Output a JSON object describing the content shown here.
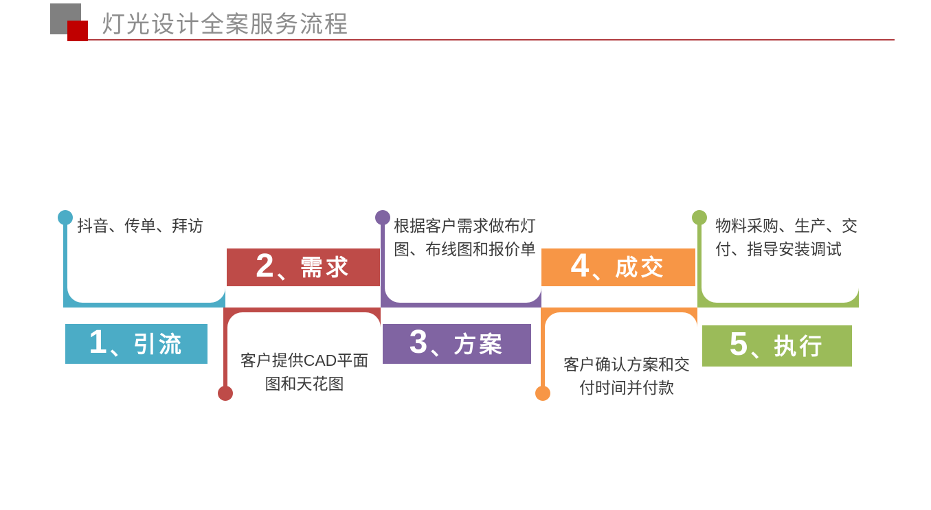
{
  "header": {
    "title": "灯光设计全案服务流程",
    "title_color": "#8C8C8C",
    "gray_square_color": "#808080",
    "red_square_color": "#C00000",
    "underline_color": "#B03A3E"
  },
  "flow": {
    "desc_text_color": "#3A3A3A",
    "label_text_color": "#FFFFFF",
    "steps": [
      {
        "num": "1",
        "sep": "、",
        "name": "引流",
        "color": "#4BACC6",
        "desc_lines": {
          "0": "抖音、传单、拜访"
        }
      },
      {
        "num": "2",
        "sep": "、",
        "name": "需求",
        "color": "#BE4B48",
        "desc_lines": {
          "0": "客户提供CAD平面",
          "1": "图和天花图"
        }
      },
      {
        "num": "3",
        "sep": "、",
        "name": "方案",
        "color": "#8064A2",
        "desc_lines": {
          "0": "根据客户需求做布灯",
          "1": "图、布线图和报价单"
        }
      },
      {
        "num": "4",
        "sep": "、",
        "name": "成交",
        "color": "#F79646",
        "desc_lines": {
          "0": "客户确认方案和交",
          "1": "付时间并付款"
        }
      },
      {
        "num": "5",
        "sep": "、",
        "name": "执行",
        "color": "#9BBB59",
        "desc_lines": {
          "0": "物料采购、生产、交",
          "1": "付、指导安装调试"
        }
      }
    ]
  }
}
